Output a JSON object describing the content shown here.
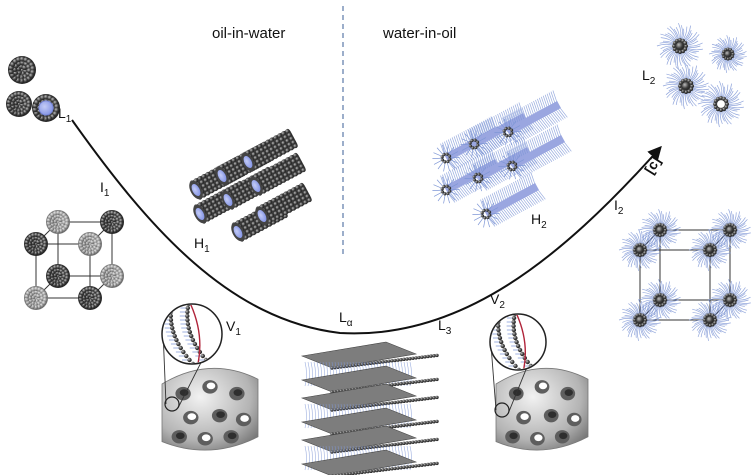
{
  "regions": {
    "left": "oil-in-water",
    "right": "water-in-oil"
  },
  "axis_label": "[c]",
  "phases": {
    "L1": {
      "main": "L",
      "sub": "1"
    },
    "I1": {
      "main": "I",
      "sub": "1"
    },
    "H1": {
      "main": "H",
      "sub": "1"
    },
    "V1": {
      "main": "V",
      "sub": "1"
    },
    "La": {
      "main": "L",
      "sub": "α"
    },
    "L3": {
      "main": "L",
      "sub": "3"
    },
    "V2": {
      "main": "V",
      "sub": "2"
    },
    "H2": {
      "main": "H",
      "sub": "2"
    },
    "I2": {
      "main": "I",
      "sub": "2"
    },
    "L2": {
      "main": "L",
      "sub": "2"
    }
  },
  "colors": {
    "bead": "#4a4a4a",
    "bead_light": "#9a9a9a",
    "core": "#8d9be8",
    "tail": "#7f97d6",
    "membrane": "#8a8a8a",
    "accent_red": "#b0243a",
    "divider": "#5b78a8"
  }
}
